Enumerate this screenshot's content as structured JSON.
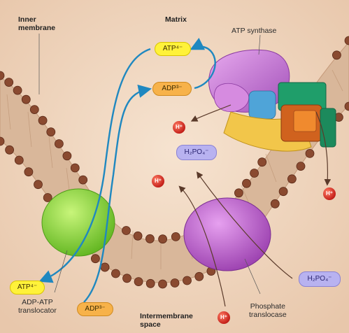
{
  "labels": {
    "inner_membrane": "Inner\nmembrane",
    "matrix": "Matrix",
    "atp_synthase": "ATP synthase",
    "adp_atp_translocator": "ADP-ATP\ntranslocator",
    "intermembrane_space": "Intermembrane\nspace",
    "phosphate_translocase": "Phosphate\ntranslocase"
  },
  "molecules": {
    "atp_matrix": "ATP⁴⁻",
    "adp_matrix": "ADP³⁻",
    "h2po4_matrix": "H₂PO₄⁻",
    "atp_ims": "ATP⁴⁻",
    "adp_ims": "ADP³⁻",
    "h2po4_ims": "H₂PO₄⁻",
    "h_plus": "H⁺"
  },
  "colors": {
    "background": "#f0d6bf",
    "membrane_head": "#8a4a30",
    "arrow_blue": "#1f88c0",
    "translocator_green": "#8fdc3a",
    "phosphate_purple": "#b45bc2",
    "atp_yellow": "#fff23a",
    "adp_orange": "#f7b24a",
    "pi_lavender": "#b8b2f0",
    "proton_red": "#d0281c"
  }
}
